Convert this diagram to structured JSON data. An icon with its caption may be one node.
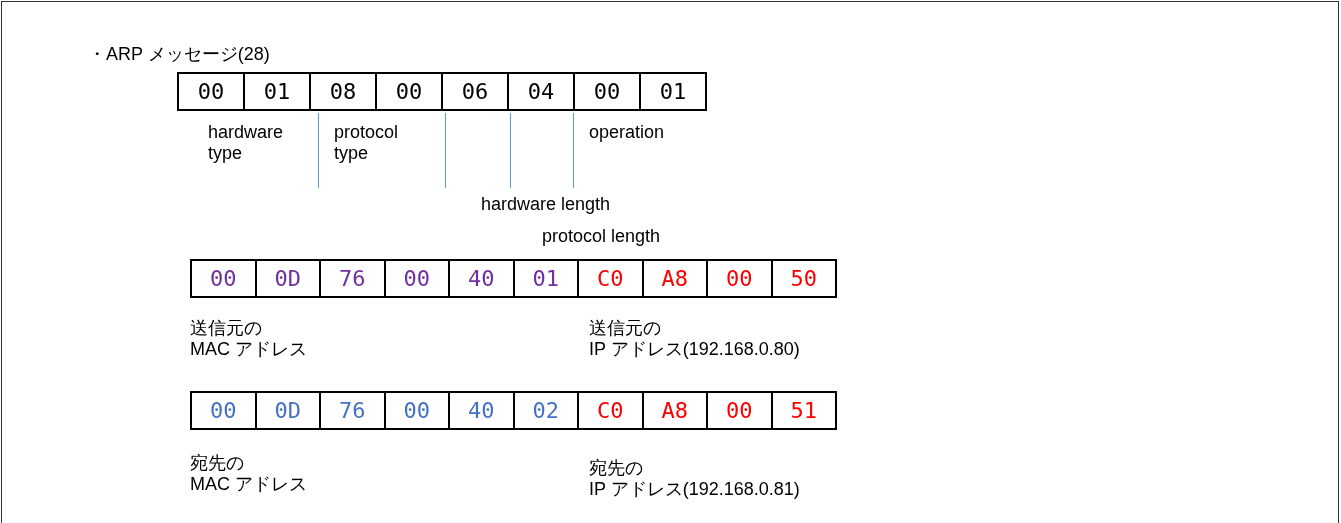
{
  "diagram": {
    "title": "・ARP メッセージ(28)",
    "labels": [
      "00",
      "01",
      "08",
      "00",
      "06",
      "04",
      "00",
      "01",
      "hardware type",
      "protocol type",
      "operation",
      "hardware length",
      "protocol length",
      "00",
      "0D",
      "76",
      "00",
      "40",
      "01",
      "C0",
      "A8",
      "00",
      "50",
      "送信元の MAC アドレス",
      "送信元の IP アドレス(192.168.0.80)",
      "00",
      "0D",
      "76",
      "00",
      "40",
      "02",
      "C0",
      "A8",
      "00",
      "51",
      "宛先の MAC アドレス",
      "宛先の IP アドレス(192.168.0.81)"
    ]
  }
}
